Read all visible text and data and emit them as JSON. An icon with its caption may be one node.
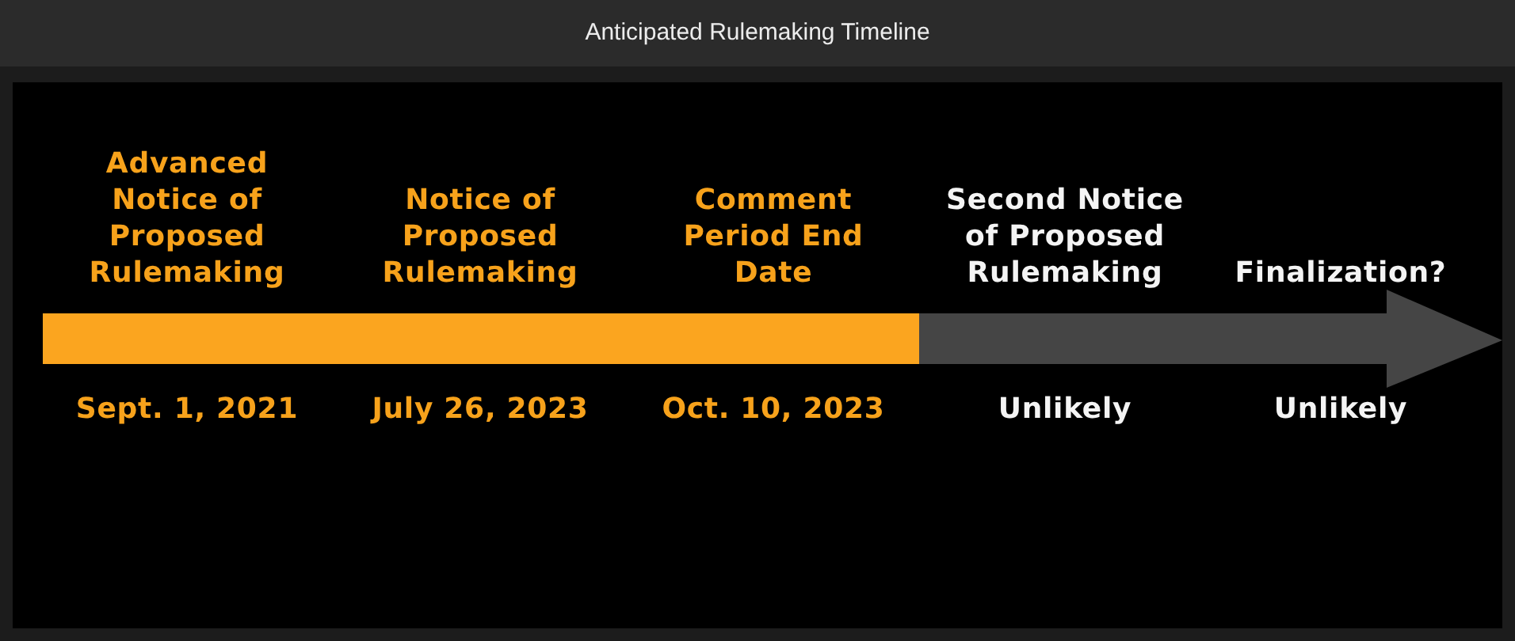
{
  "diagram": {
    "title": "Anticipated Rulemaking Timeline",
    "labels": [
      "Advanced Notice of Proposed Rulemaking",
      "Notice of Proposed Rulemaking",
      "Comment Period End Date",
      "Second Notice of Proposed Rulemaking",
      "Finalization?",
      "Sept. 1, 2021",
      "July 26, 2023",
      "Oct. 10, 2023",
      "Unlikely",
      "Unlikely"
    ]
  }
}
